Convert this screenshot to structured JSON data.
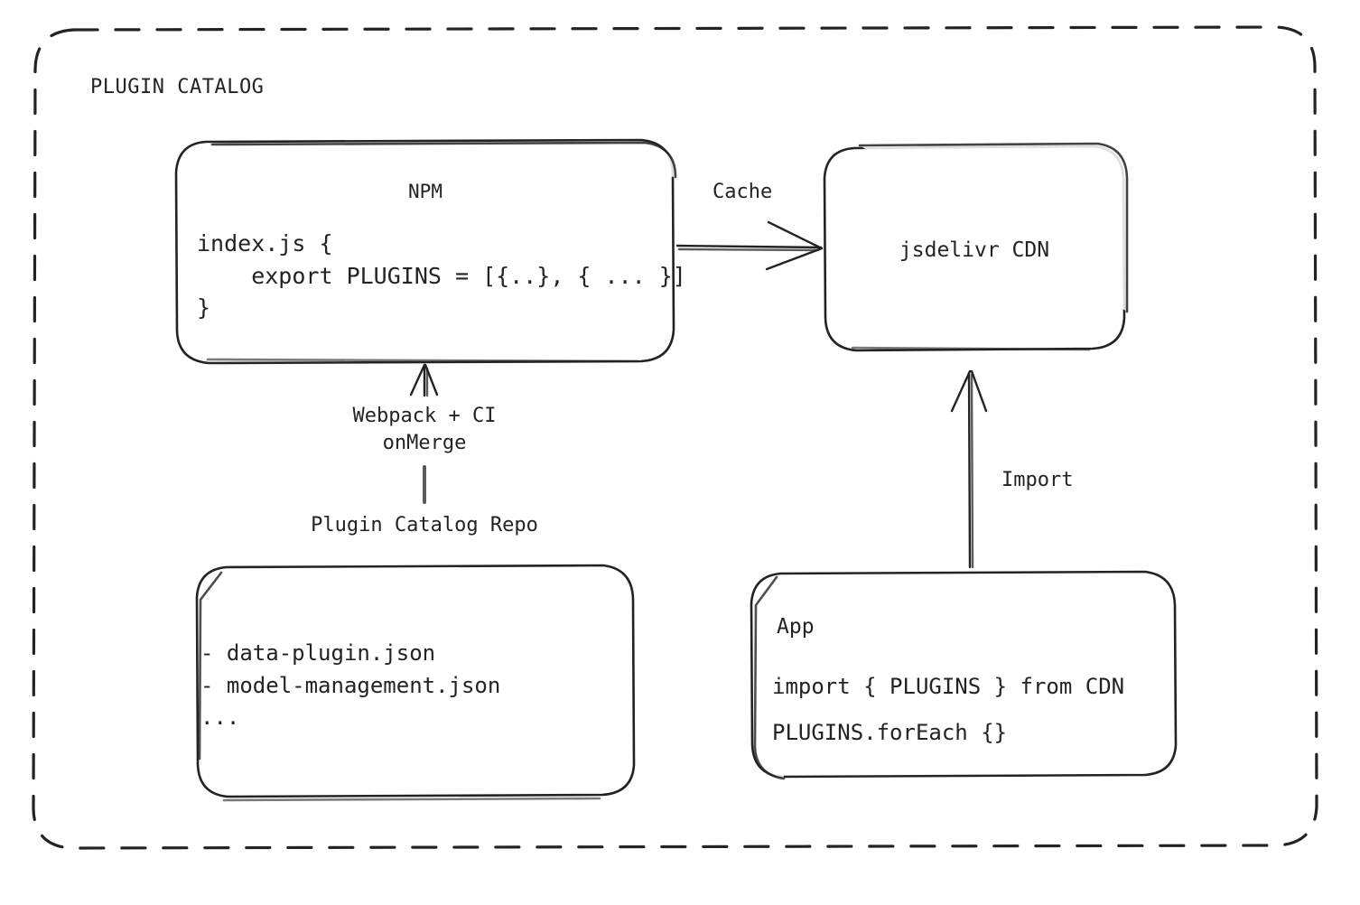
{
  "diagram": {
    "title": "PLUGIN CATALOG",
    "background": "#ffffff",
    "stroke_color": "#232323",
    "text_color": "#232323"
  },
  "nodes": {
    "npm": {
      "title": "NPM",
      "code": "index.js {\n    export PLUGINS = [{..}, { ... }]\n}"
    },
    "cdn": {
      "title": "jsdelivr CDN"
    },
    "repo": {
      "caption": "Plugin Catalog Repo",
      "code": "- data-plugin.json\n- model-management.json\n..."
    },
    "app": {
      "title": "App",
      "line1": "import { PLUGINS } from CDN",
      "line2": "PLUGINS.forEach {}"
    }
  },
  "edges": {
    "cache": {
      "label": "Cache",
      "from": "npm",
      "to": "cdn"
    },
    "webpack": {
      "label": "Webpack + CI\nonMerge",
      "from": "repo",
      "to": "npm"
    },
    "import": {
      "label": "Import",
      "from": "app",
      "to": "cdn"
    }
  }
}
